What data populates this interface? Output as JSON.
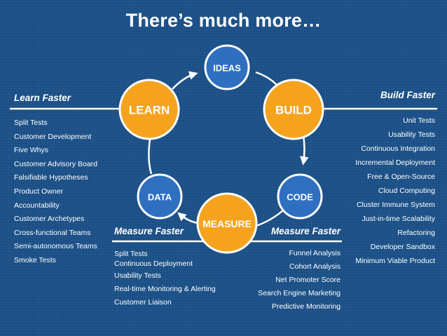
{
  "title": "There’s much more…",
  "colors": {
    "background": "#1a4f86",
    "orange_node": "#f5a31f",
    "blue_node": "#2f6fc0",
    "node_ring": "#ffffff",
    "text": "#ffffff"
  },
  "cycle": {
    "nodes": {
      "ideas": "IDEAS",
      "build": "BUILD",
      "code": "CODE",
      "measure": "MEASURE",
      "data": "DATA",
      "learn": "LEARN"
    }
  },
  "learn_faster": {
    "heading": "Learn Faster",
    "items": [
      "Split Tests",
      "Customer Development",
      "Five Whys",
      "Customer Advisory Board",
      "Falsifiable Hypotheses",
      "Product Owner",
      "Accountability",
      "Customer Archetypes",
      "Cross-functional Teams",
      "Semi-autonomous Teams",
      "Smoke Tests"
    ]
  },
  "build_faster": {
    "heading": "Build Faster",
    "items": [
      "Unit Tests",
      "Usability Tests",
      "Continuous Integration",
      "Incremental Deployment",
      "Free & Open-Source",
      "Cloud Computing",
      "Cluster Immune System",
      "Just-in-time Scalability",
      "Refactoring",
      "Developer Sandbox",
      "Minimum Viable Product"
    ]
  },
  "measure_faster_left": {
    "heading": "Measure Faster",
    "items": [
      "Split Tests",
      "Continuous Deployment",
      "Usability Tests",
      "Real-time Monitoring & Alerting",
      "Customer Liaison"
    ]
  },
  "measure_faster_right": {
    "heading": "Measure Faster",
    "items": [
      "Funnel Analysis",
      "Cohort Analysis",
      "Net Promoter Score",
      "Search Engine Marketing",
      "Predictive Monitoring"
    ]
  }
}
